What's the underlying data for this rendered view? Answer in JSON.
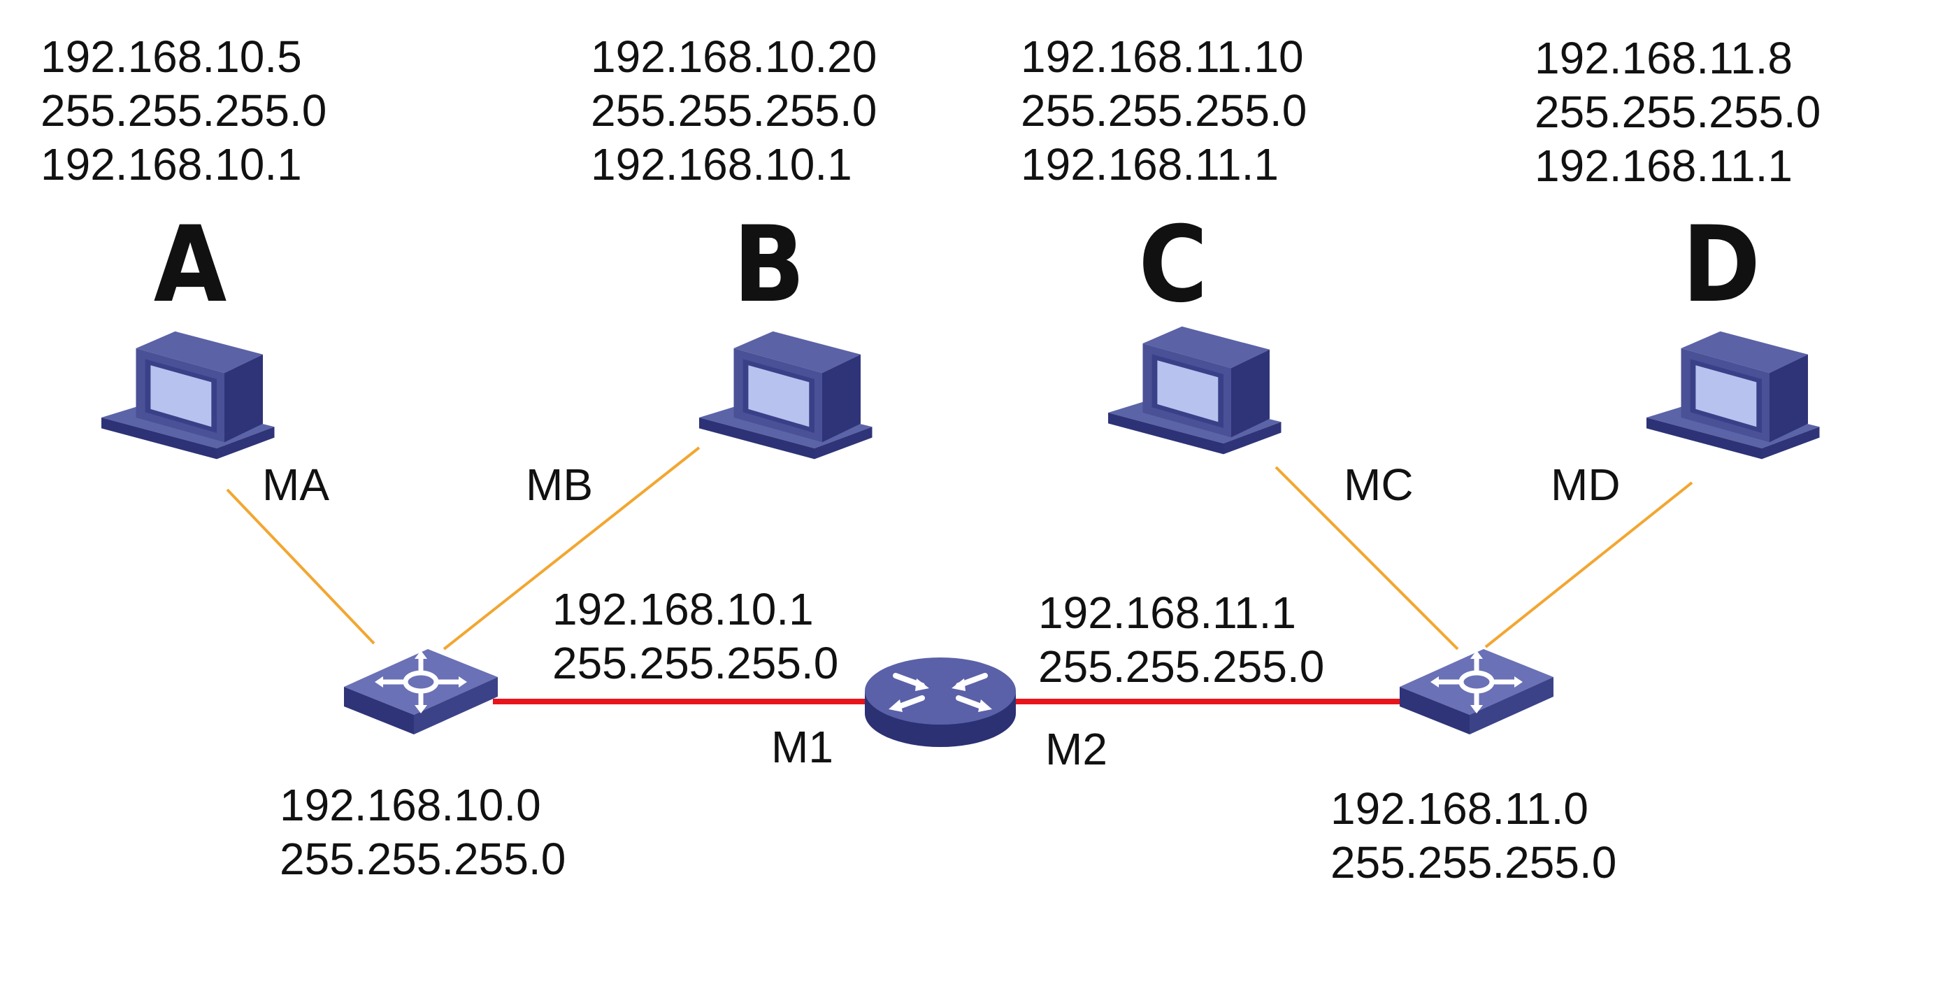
{
  "hosts": [
    {
      "name": "A",
      "ip": "192.168.10.5",
      "mask": "255.255.255.0",
      "gateway": "192.168.10.1",
      "link_label": "MA"
    },
    {
      "name": "B",
      "ip": "192.168.10.20",
      "mask": "255.255.255.0",
      "gateway": "192.168.10.1",
      "link_label": "MB"
    },
    {
      "name": "C",
      "ip": "192.168.11.10",
      "mask": "255.255.255.0",
      "gateway": "192.168.11.1",
      "link_label": "MC"
    },
    {
      "name": "D",
      "ip": "192.168.11.8",
      "mask": "255.255.255.0",
      "gateway": "192.168.11.1",
      "link_label": "MD"
    }
  ],
  "router": {
    "interfaces": [
      {
        "label": "M1",
        "ip": "192.168.10.1",
        "mask": "255.255.255.0"
      },
      {
        "label": "M2",
        "ip": "192.168.11.1",
        "mask": "255.255.255.0"
      }
    ]
  },
  "networks": [
    {
      "address": "192.168.10.0",
      "mask": "255.255.255.0"
    },
    {
      "address": "192.168.11.0",
      "mask": "255.255.255.0"
    }
  ],
  "colors": {
    "host_link": "#f2a630",
    "backbone_link": "#e8141b",
    "device": "#4a5196",
    "text": "#111111"
  }
}
